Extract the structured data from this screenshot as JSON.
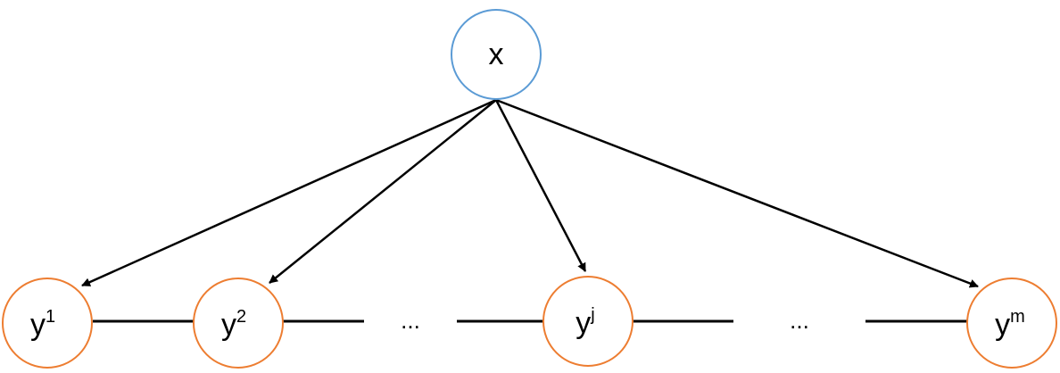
{
  "colors": {
    "root_stroke": "#5b9bd5",
    "child_stroke": "#ed7d31",
    "edge": "#000000"
  },
  "root": {
    "label": "x"
  },
  "children": [
    {
      "id": "y1",
      "base": "y",
      "sup": "1"
    },
    {
      "id": "y2",
      "base": "y",
      "sup": "2"
    },
    {
      "id": "yj",
      "base": "y",
      "sup": "j"
    },
    {
      "id": "ym",
      "base": "y",
      "sup": "m"
    }
  ],
  "chain": [
    {
      "type": "node",
      "ref": "y1"
    },
    {
      "type": "node",
      "ref": "y2"
    },
    {
      "type": "gap",
      "text": "..."
    },
    {
      "type": "node",
      "ref": "yj"
    },
    {
      "type": "gap",
      "text": "..."
    },
    {
      "type": "node",
      "ref": "ym"
    }
  ],
  "edges": [
    {
      "from": "x",
      "to": "y1"
    },
    {
      "from": "x",
      "to": "y2"
    },
    {
      "from": "x",
      "to": "yj"
    },
    {
      "from": "x",
      "to": "ym"
    }
  ]
}
